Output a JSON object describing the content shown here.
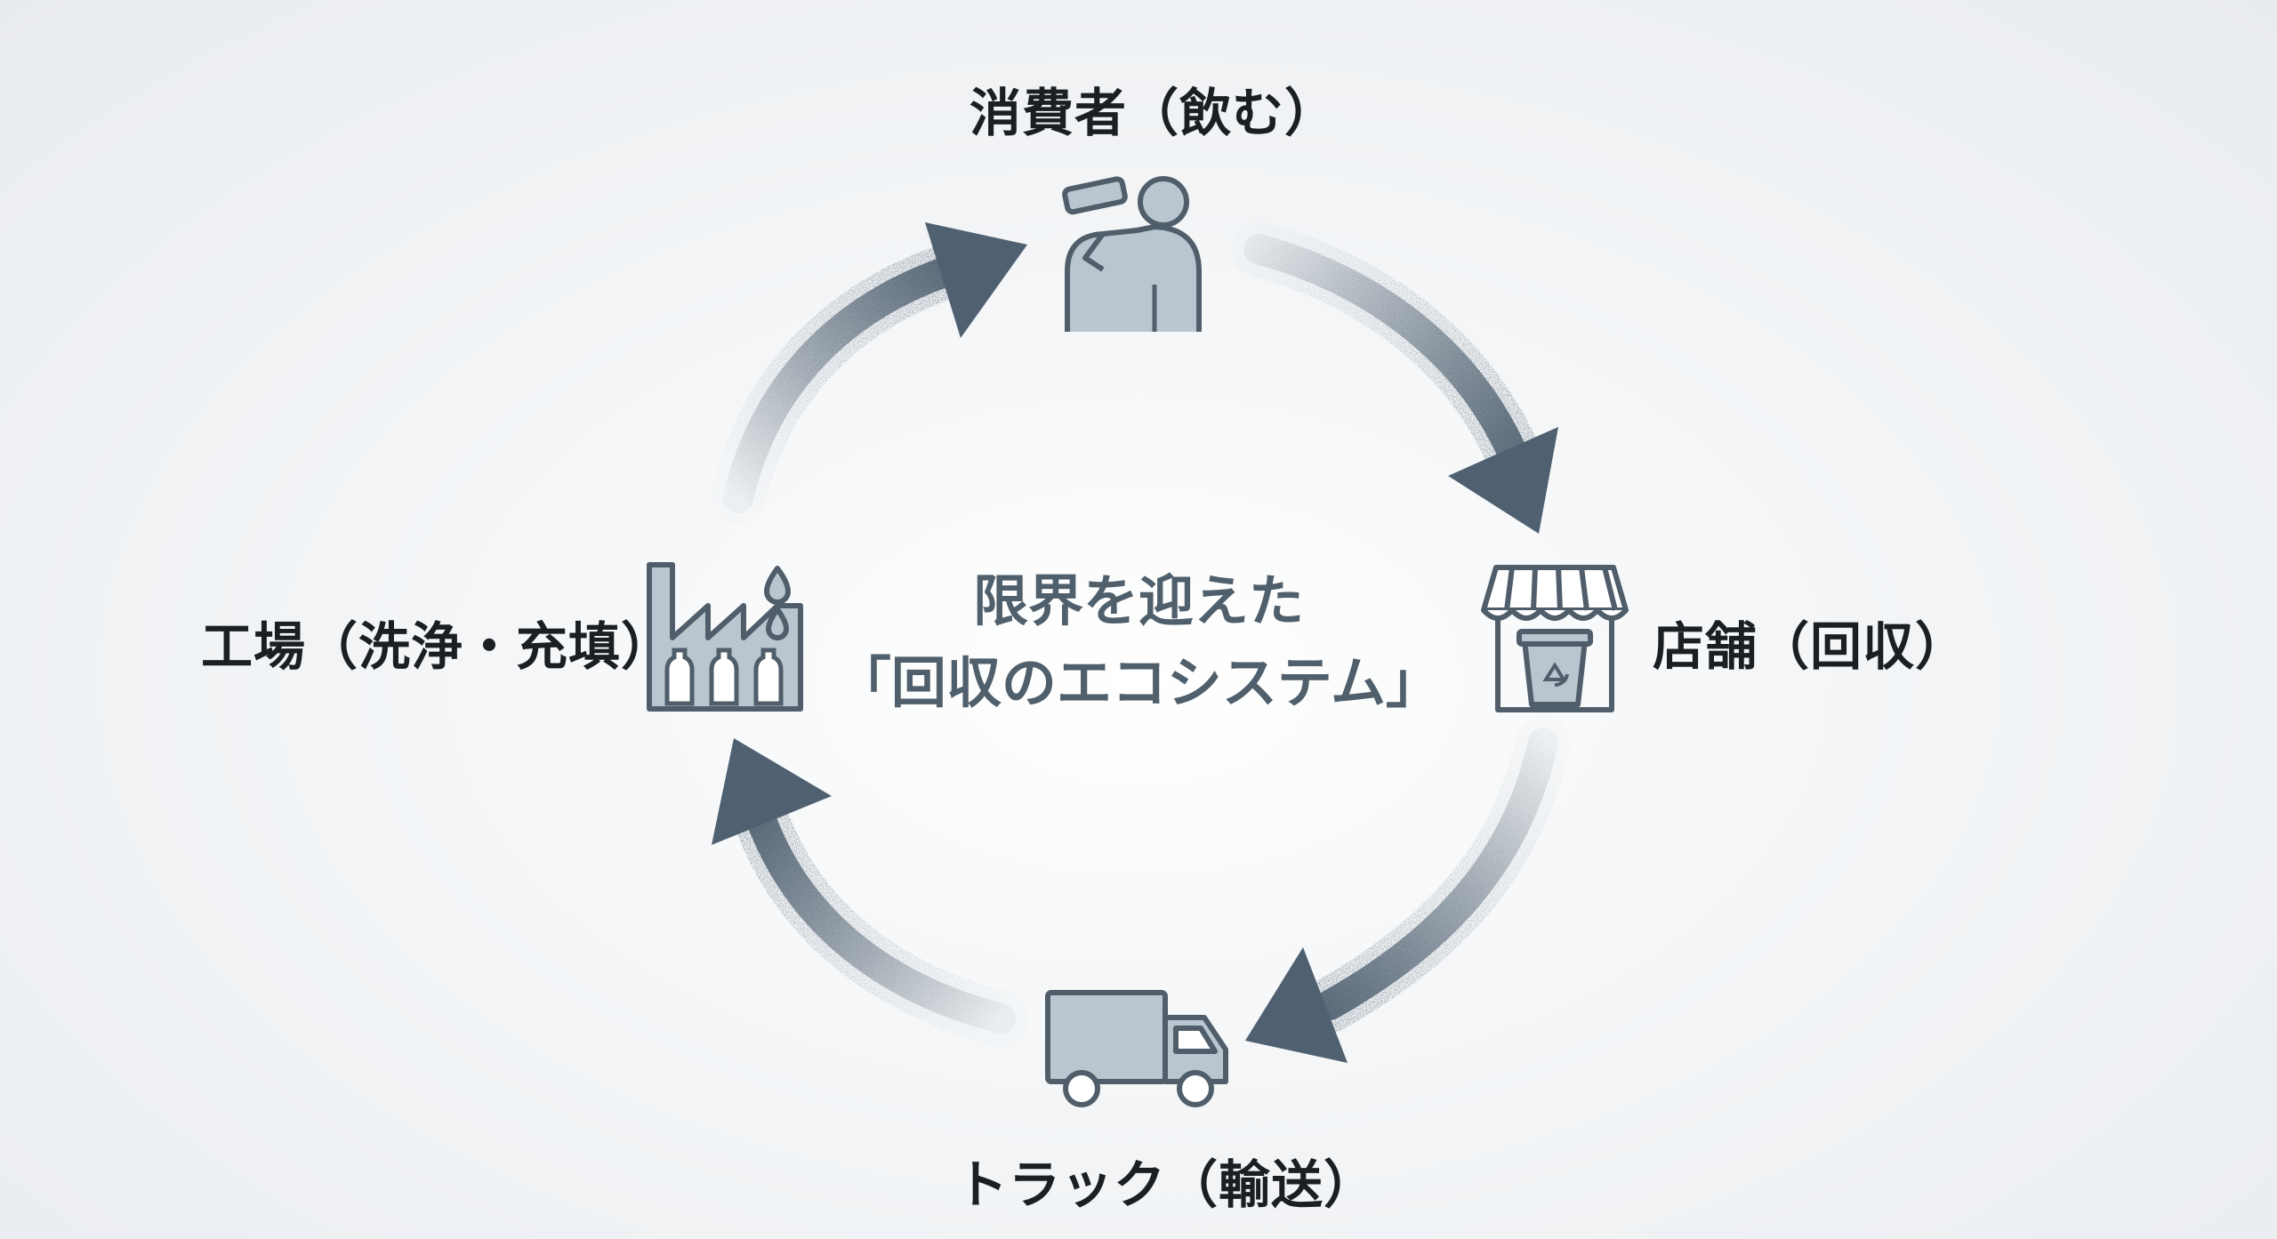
{
  "center": {
    "line1": "限界を迎えた",
    "line2": "「回収のエコシステム」"
  },
  "nodes": {
    "consumer": {
      "label": "消費者（飲む）",
      "icon": "person-drinking-icon"
    },
    "store": {
      "label": "店舗（回収）",
      "icon": "store-recycle-bin-icon"
    },
    "truck": {
      "label": "トラック（輸送）",
      "icon": "truck-icon"
    },
    "factory": {
      "label": "工場（洗浄・充填）",
      "icon": "factory-bottles-icon"
    }
  },
  "colors": {
    "arrow": "#4f6070",
    "icon_fill": "#b9c6d0",
    "icon_stroke": "#4f5e6a",
    "text": "#1c1f22",
    "center_text": "#4f5f6b"
  }
}
